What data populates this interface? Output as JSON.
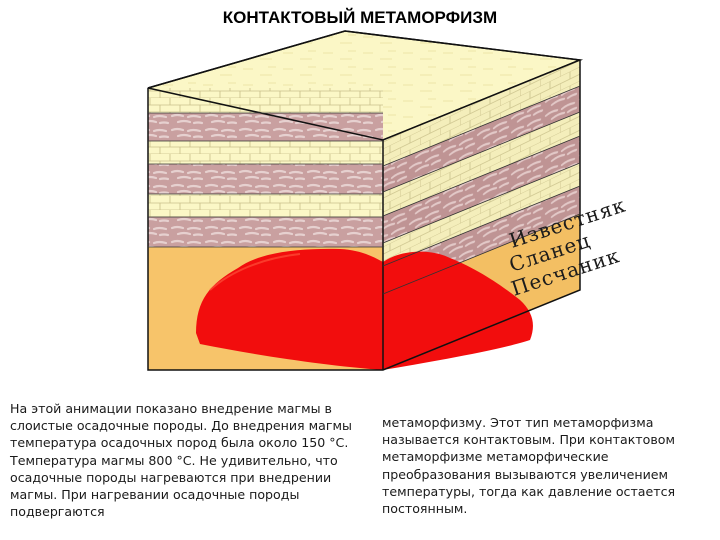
{
  "title": "КОНТАКТОВЫЙ МЕТАМОРФИЗМ",
  "diagram": {
    "layer_labels": [
      "Известняк",
      "Сланец",
      "Песчаник"
    ],
    "colors": {
      "limestone": "#fbf7c6",
      "shale": "#c9a0a0",
      "sandstone": "#f7c46a",
      "magma": "#f20d0d",
      "outline": "#111111"
    }
  },
  "text_left": "На этой анимации показано внедрение магмы в слоистые осадочные породы. До внедрения магмы температура осадочных пород была около 150 °С. Температура магмы 800 °С. Не удивительно, что осадочные породы нагреваются при внедрении магмы. При нагревании осадочные породы подвергаются",
  "text_right": "метаморфизму. Этот тип метаморфизма называется контактовым. При контактовом метаморфизме метаморфические преобразования вызываются увеличением температуры, тогда как давление остается постоянным."
}
